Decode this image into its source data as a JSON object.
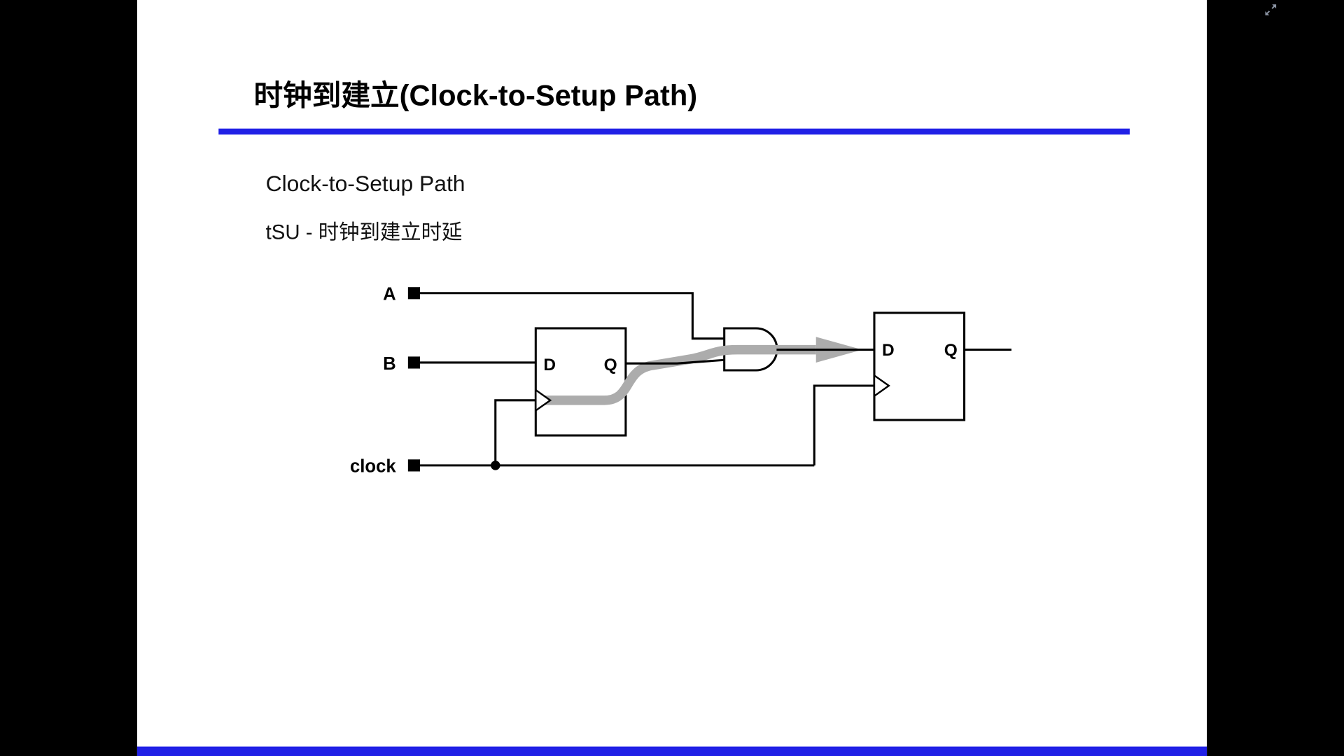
{
  "viewer": {
    "fullscreen_icon": "expand-arrows",
    "background_color": "#000000"
  },
  "slide": {
    "title": "时钟到建立(Clock-to-Setup Path)",
    "subtitle": "Clock-to-Setup Path",
    "line2": "tSU - 时钟到建立时延",
    "accent_color": "#2020e6"
  },
  "diagram": {
    "highlight_color": "#acacac",
    "input_a_label": "A",
    "input_b_label": "B",
    "clock_label": "clock",
    "ff1": {
      "d": "D",
      "q": "Q"
    },
    "ff2": {
      "d": "D",
      "q": "Q"
    }
  }
}
